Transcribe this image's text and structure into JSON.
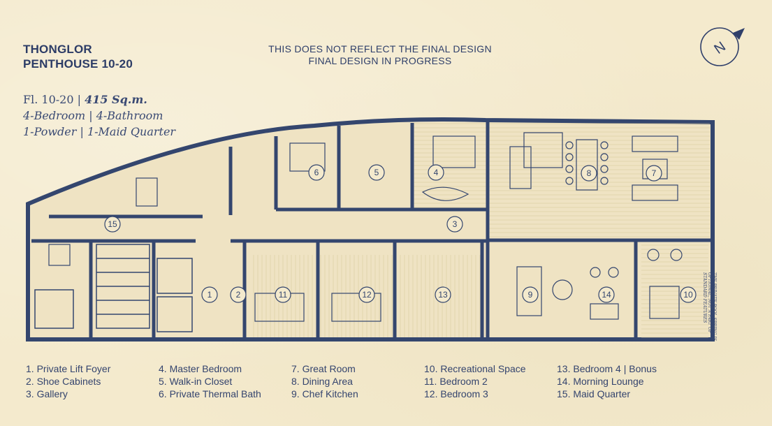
{
  "title": {
    "line1": "THONGLOR",
    "line2": "PENTHOUSE 10-20"
  },
  "specs": {
    "floor": "Fl. 10-20 | ",
    "area": "415 Sq.m.",
    "rooms": "4-Bedroom | 4-Bathroom",
    "extra": "1-Powder | 1-Maid Quarter"
  },
  "notice": {
    "line1": "THIS DOES NOT REFLECT THE FINAL DESIGN",
    "line2": "FINAL DESIGN IN PROGRESS"
  },
  "compass_letter": "N",
  "side_note": "THE PRIVATE POOL SPRING IS OPTIONAL, NOT A PART OF STANDARD FEATURES",
  "room_markers": [
    "1",
    "2",
    "3",
    "4",
    "5",
    "6",
    "7",
    "8",
    "9",
    "10",
    "11",
    "12",
    "13",
    "14",
    "15"
  ],
  "legend": {
    "col1": [
      "1.  Private Lift Foyer",
      "2.  Shoe Cabinets",
      "3.  Gallery"
    ],
    "col2": [
      "4.  Master Bedroom",
      "5.  Walk-in Closet",
      "6.  Private Thermal Bath"
    ],
    "col3": [
      "7.  Great Room",
      "8.  Dining Area",
      "9.  Chef Kitchen"
    ],
    "col4": [
      "10. Recreational Space",
      "11. Bedroom 2",
      "12. Bedroom 3"
    ],
    "col5": [
      "13. Bedroom 4 | Bonus",
      "14. Morning Lounge",
      "15. Maid Quarter"
    ]
  },
  "colors": {
    "ink": "#2f3f6a",
    "wall": "#34466e",
    "paper": "#f4eacd",
    "floor": "#ece0bf"
  }
}
